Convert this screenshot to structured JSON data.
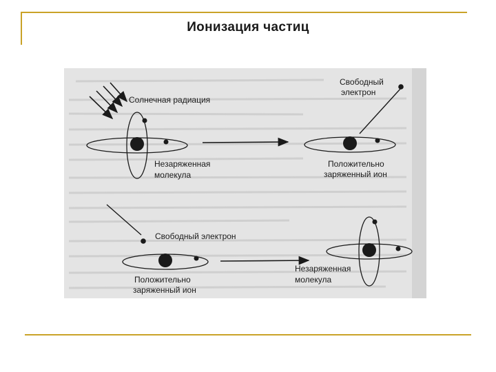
{
  "slide": {
    "title": "Ионизация частиц"
  },
  "diagram": {
    "labels": {
      "solar_radiation": "Солнечная радиация",
      "neutral_molecule_top_1": "Незаряженная",
      "neutral_molecule_top_2": "молекула",
      "free_electron_top_1": "Свободный",
      "free_electron_top_2": "электрон",
      "positive_ion_top_1": "Положительно",
      "positive_ion_top_2": "заряженный ион",
      "free_electron_bottom": "Свободный электрон",
      "positive_ion_bottom_1": "Положительно",
      "positive_ion_bottom_2": "заряженный ион",
      "neutral_molecule_bottom_1": "Незаряженная",
      "neutral_molecule_bottom_2": "молекула"
    },
    "colors": {
      "frame": "#c9a227",
      "scan_background": "#e4e4e4",
      "ink": "#1a1a1a"
    }
  }
}
